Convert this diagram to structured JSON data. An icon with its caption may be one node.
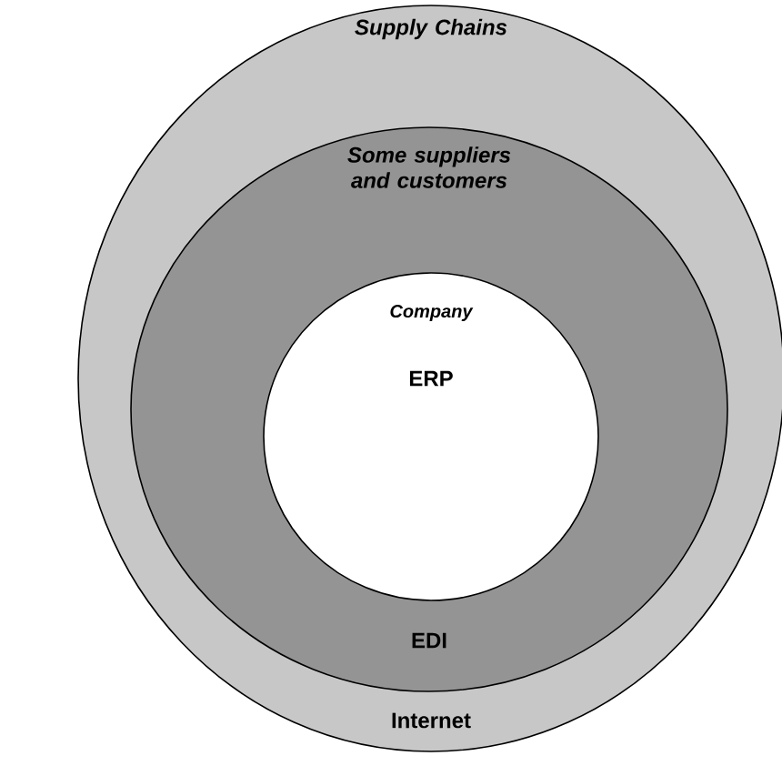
{
  "diagram": {
    "nodes": [
      {
        "text": [
          "Supply Chains",
          "Internet"
        ]
      },
      {
        "text": [
          "Some suppliers and customers",
          "EDI"
        ],
        "in": 0
      },
      {
        "text": [
          "Company",
          "ERP"
        ],
        "in": 1
      }
    ]
  }
}
